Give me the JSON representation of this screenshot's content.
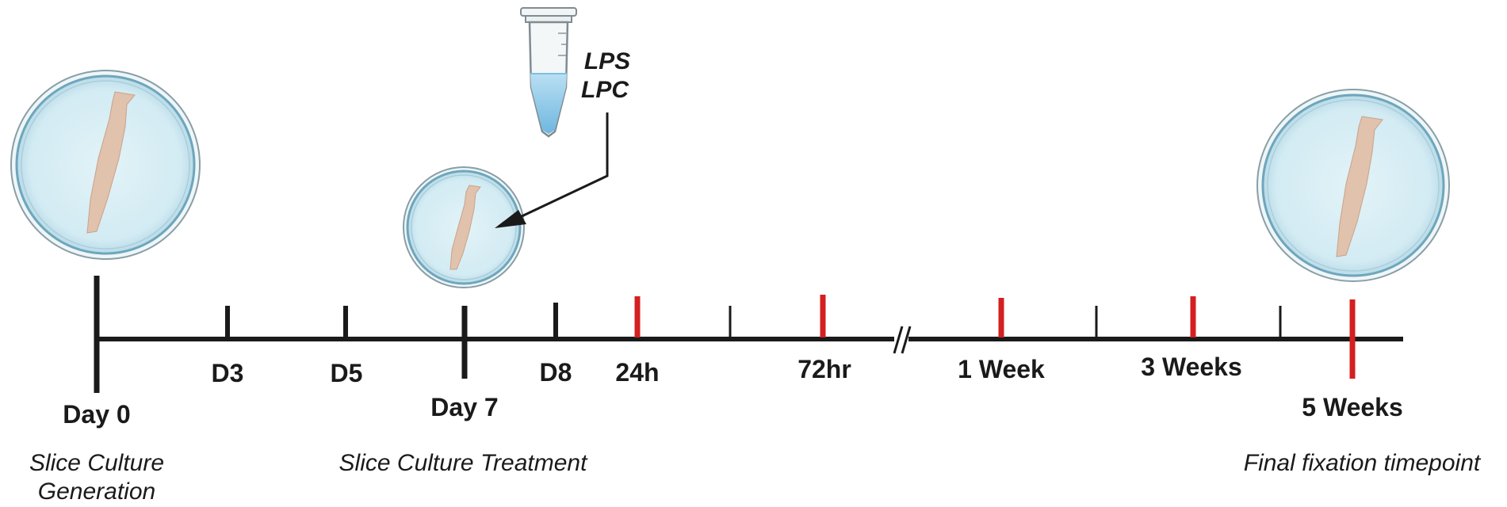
{
  "timeline": {
    "ticks_black": [
      "D3",
      "D5",
      "D8"
    ],
    "ticks_red": [
      "24h",
      "72hr",
      "1 Week",
      "3 Weeks",
      "5 Weeks"
    ],
    "day0": "Day 0",
    "day7": "Day 7",
    "d3": "D3",
    "d5": "D5",
    "d8": "D8",
    "h24": "24h",
    "hr72": "72hr",
    "week1": "1 Week",
    "week3": "3 Weeks",
    "week5": "5 Weeks"
  },
  "captions": {
    "generation_line1": "Slice Culture",
    "generation_line2": "Generation",
    "treatment": "Slice Culture Treatment",
    "final": "Final fixation timepoint"
  },
  "reagents": {
    "lps": "LPS",
    "lpc": "LPC"
  },
  "colors": {
    "axis": "#1a1a1a",
    "red_tick": "#d42020",
    "dish_fill": "#d8eef5",
    "dish_rim": "#8fb8c8",
    "tissue": "#e0c2ad"
  }
}
